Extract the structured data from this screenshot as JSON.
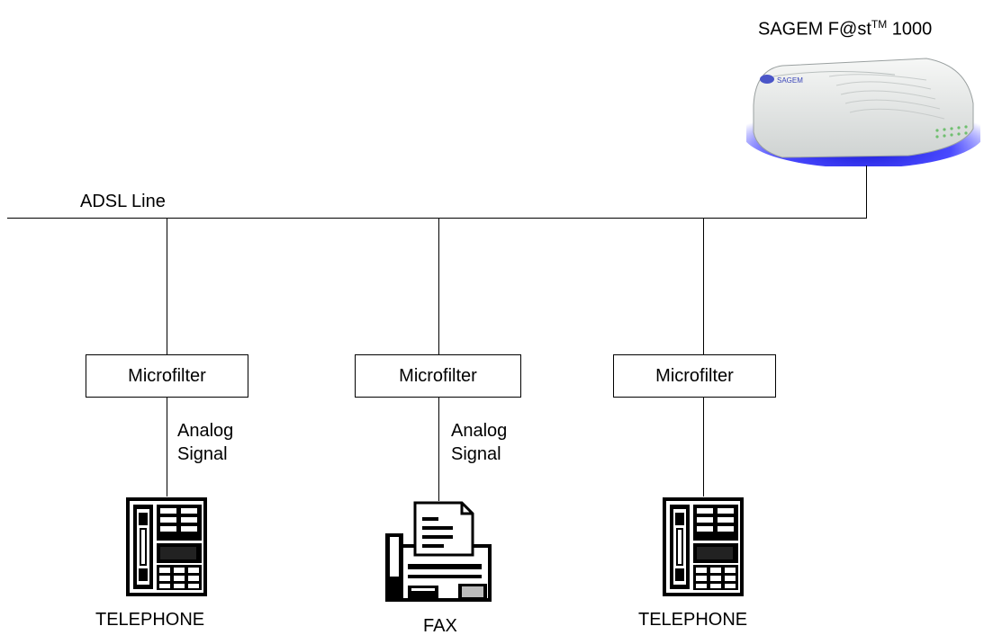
{
  "device": {
    "brand": "SAGEM F@st",
    "trademark": "TM",
    "model": " 1000",
    "logo_text": "SAGEM"
  },
  "line_label": "ADSL Line",
  "branches": [
    {
      "filter_label": "Microfilter",
      "signal_line1": "Analog",
      "signal_line2": "Signal",
      "device_label": "TELEPHONE",
      "device_icon": "telephone-icon"
    },
    {
      "filter_label": "Microfilter",
      "signal_line1": "Analog",
      "signal_line2": "Signal",
      "device_label": "FAX",
      "device_icon": "fax-icon"
    },
    {
      "filter_label": "Microfilter",
      "signal_line1": "",
      "signal_line2": "",
      "device_label": "TELEPHONE",
      "device_icon": "telephone-icon"
    }
  ],
  "colors": {
    "line": "#000000",
    "modem_glow": "#3a3aff",
    "modem_body": "#e9ecec"
  }
}
